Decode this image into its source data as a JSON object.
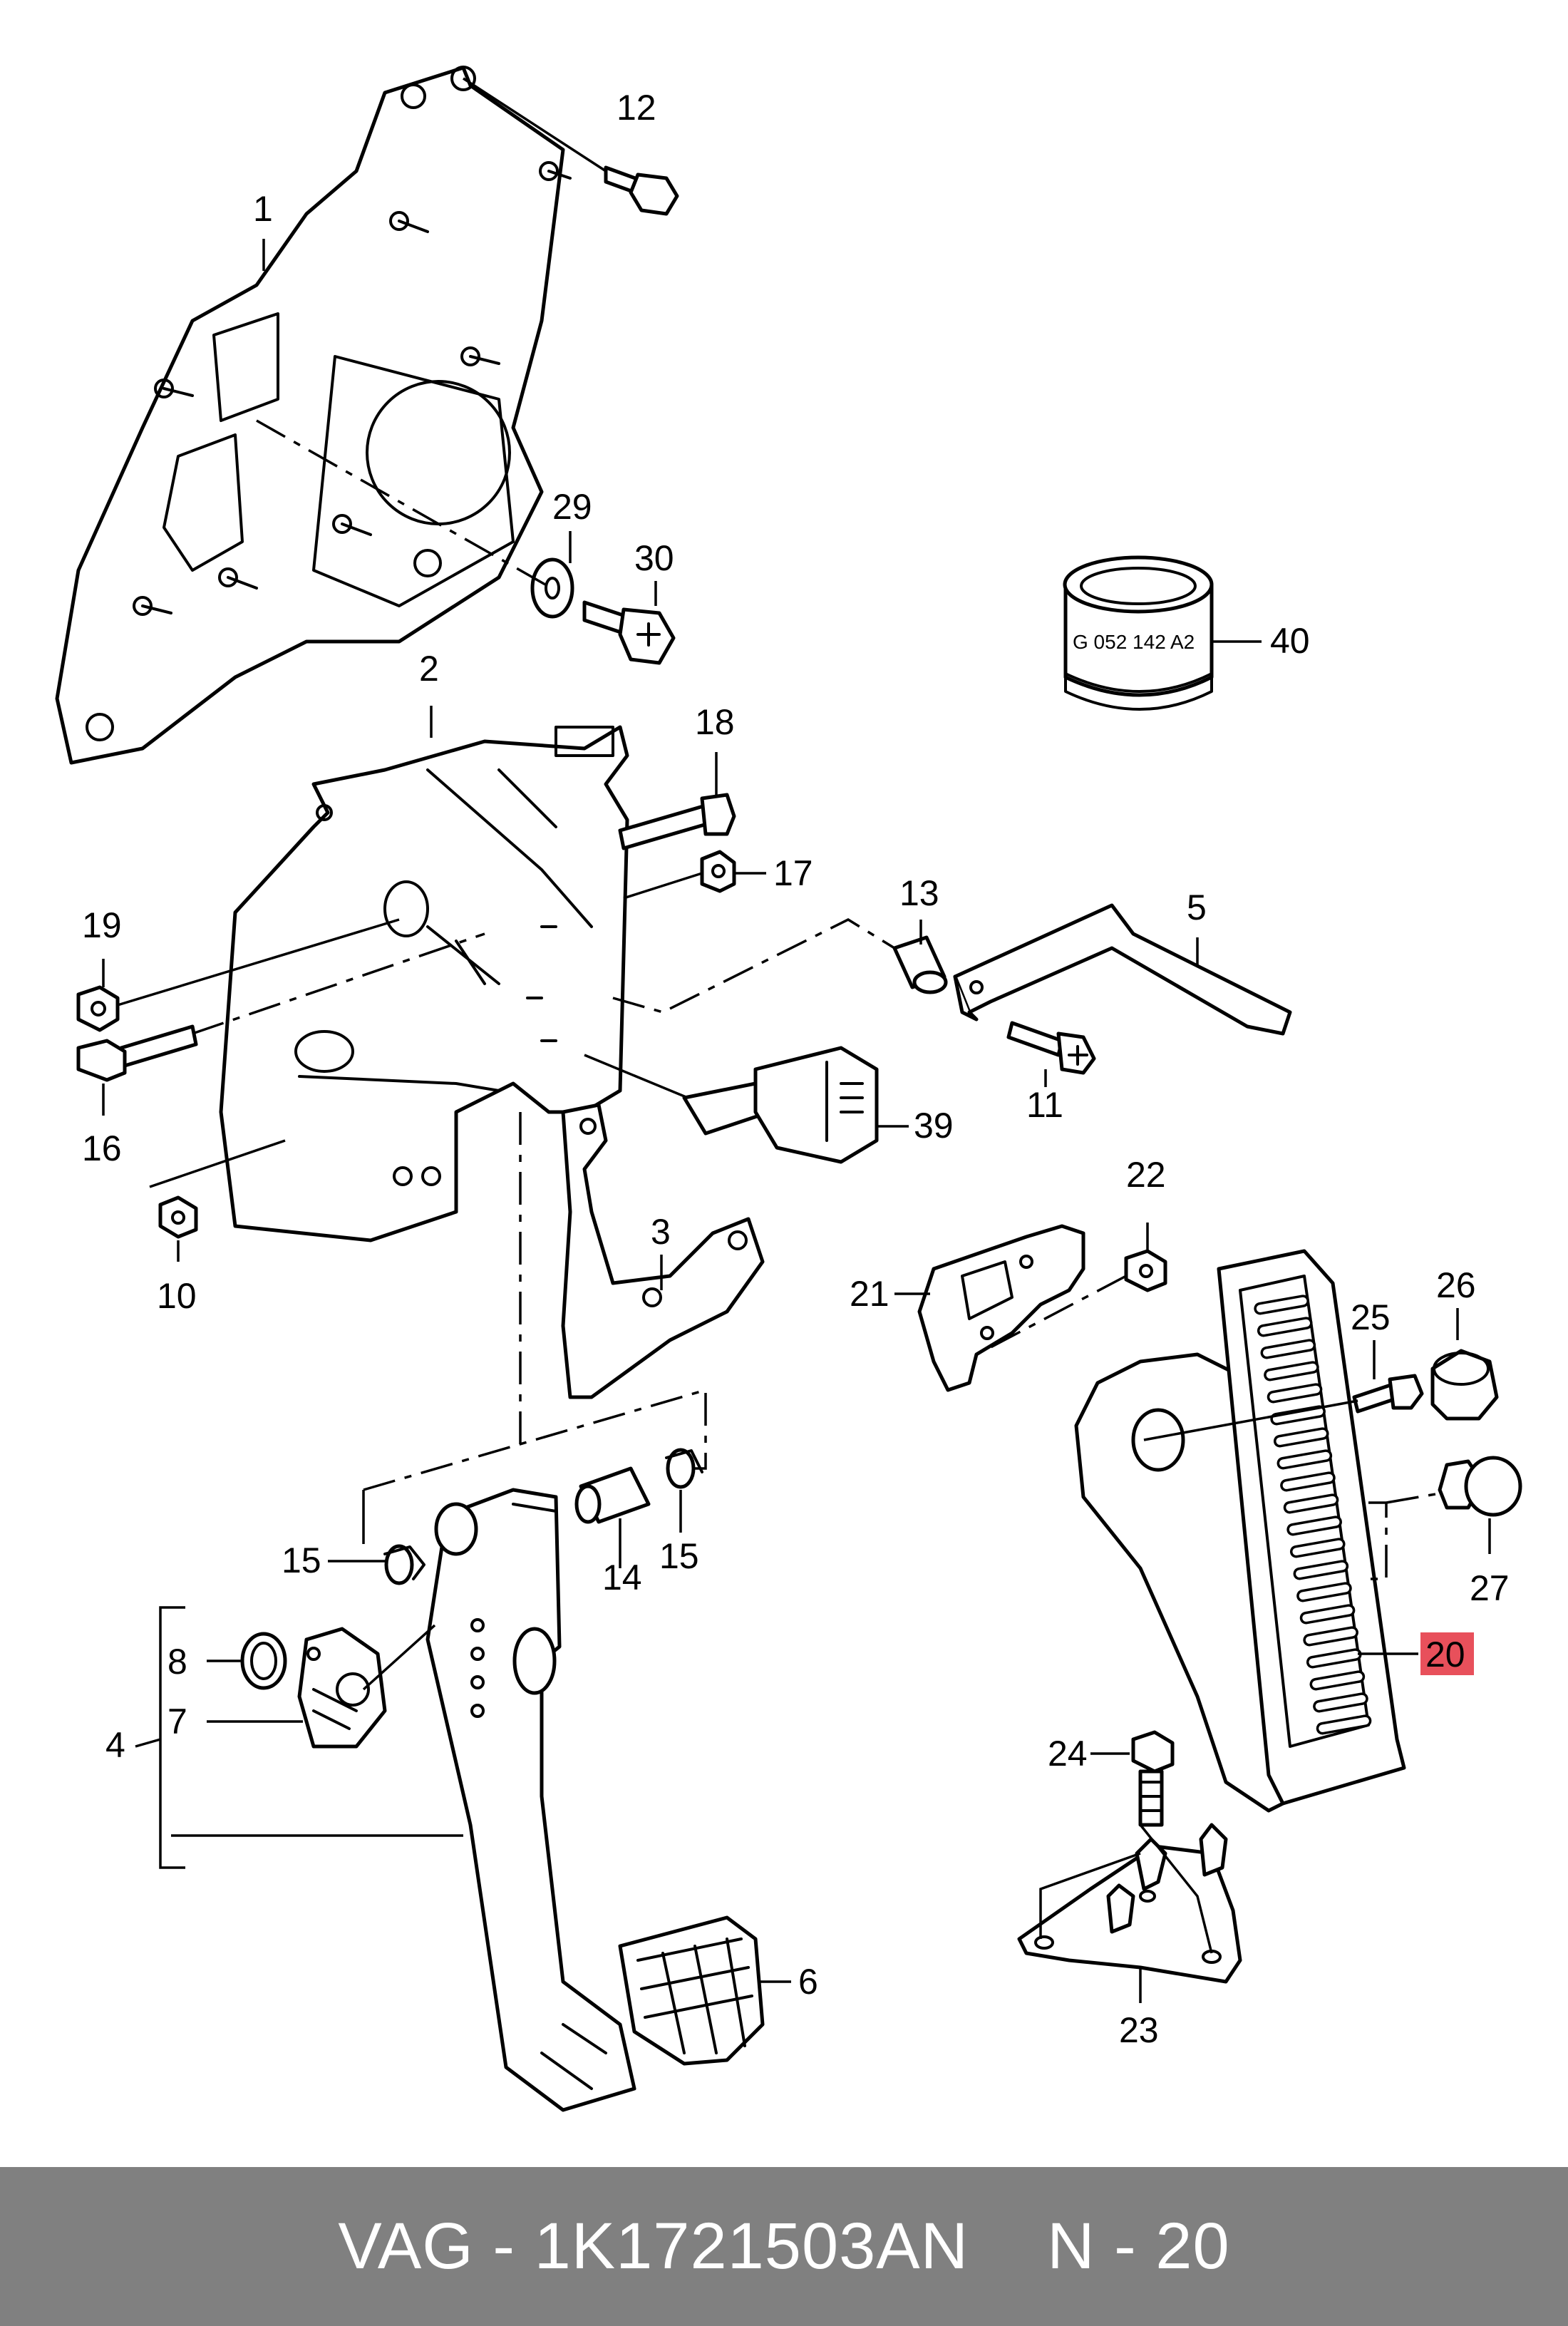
{
  "callouts": {
    "c1": "1",
    "c2": "2",
    "c3": "3",
    "c4": "4",
    "c5": "5",
    "c6": "6",
    "c7": "7",
    "c8": "8",
    "c10": "10",
    "c11": "11",
    "c12": "12",
    "c13": "13",
    "c14": "14",
    "c15a": "15",
    "c15b": "15",
    "c16": "16",
    "c17": "17",
    "c18": "18",
    "c19": "19",
    "c20": "20",
    "c21": "21",
    "c22": "22",
    "c23": "23",
    "c24": "24",
    "c25": "25",
    "c26": "26",
    "c27": "27",
    "c29": "29",
    "c30": "30",
    "c39": "39",
    "c40": "40"
  },
  "highlight_color": "#e8505b",
  "part40_stamp": "G 052 142 A2",
  "footer": {
    "part_number": "VAG - 1K1721503AN",
    "position": "N - 20",
    "background": "#808080"
  }
}
